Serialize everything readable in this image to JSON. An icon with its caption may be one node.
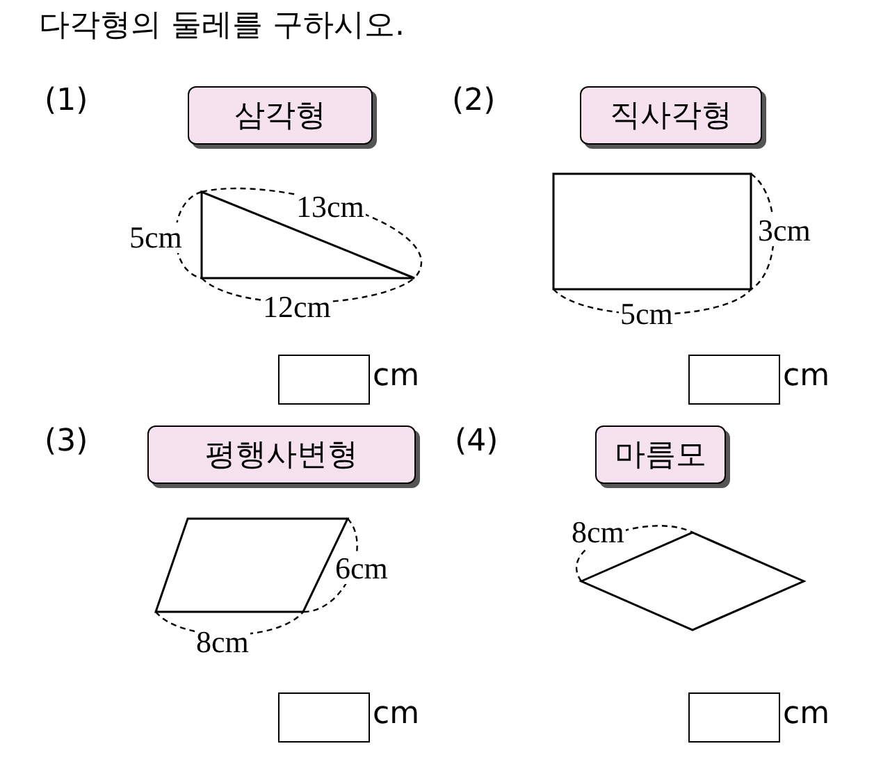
{
  "diagram": {
    "title": "다각형의 둘레를 구하시오.",
    "nodes": [
      {
        "text": [
          "삼각형"
        ]
      },
      {
        "text": [
          "직사각형"
        ]
      },
      {
        "text": [
          "평행사변형"
        ]
      },
      {
        "text": [
          "마름모"
        ]
      }
    ],
    "edges": [],
    "labels": [
      "(1)",
      "(2)",
      "13cm",
      "5cm",
      "3cm",
      "12cm",
      "5cm",
      "cm",
      "cm",
      "(3)",
      "(4)",
      "8cm",
      "6cm",
      "8cm",
      "cm",
      "cm"
    ]
  }
}
